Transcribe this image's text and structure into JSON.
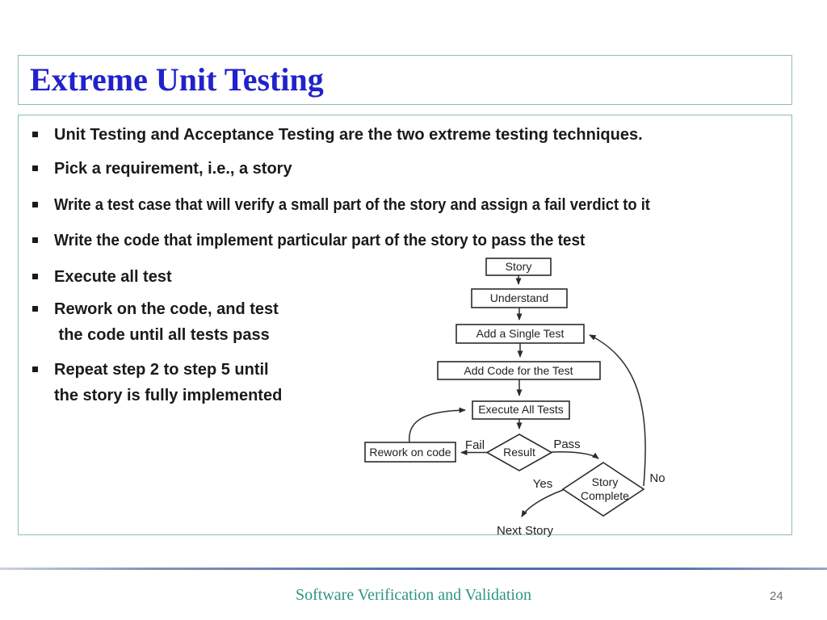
{
  "slide": {
    "title": "Extreme Unit Testing"
  },
  "bullets": [
    {
      "lines": [
        "Unit Testing and Acceptance Testing are the two extreme testing techniques."
      ]
    },
    {
      "lines": [
        "Pick a requirement, i.e., a story"
      ]
    },
    {
      "lines": [
        "Write a test case that will verify a small part of the story and assign a fail verdict to it"
      ]
    },
    {
      "lines": [
        "Write the code that implement particular part of the story to pass the test"
      ]
    },
    {
      "lines": [
        "Execute all test"
      ]
    },
    {
      "lines": [
        "Rework on the code, and test",
        " the code until all tests pass"
      ]
    },
    {
      "lines": [
        "Repeat step 2 to step 5 until",
        "the story is fully implemented"
      ]
    }
  ],
  "flowchart": {
    "nodes": {
      "story": "Story",
      "understand": "Understand",
      "add_test": "Add a Single Test",
      "add_code": "Add Code for the Test",
      "execute": "Execute All Tests",
      "result": "Result",
      "rework": "Rework on code",
      "story_complete_line1": "Story",
      "story_complete_line2": "Complete",
      "next_story": "Next Story"
    },
    "edge_labels": {
      "fail": "Fail",
      "pass": "Pass",
      "yes": "Yes",
      "no": "No"
    }
  },
  "footer": {
    "text": "Software Verification and Validation",
    "page_number": "24"
  },
  "colors": {
    "title_text": "#2222cc",
    "panel_border": "#8abfaf",
    "body_text": "#1a1a1a",
    "flow_stroke": "#2b2b2b",
    "footer_text": "#2e9583",
    "divider_blue": "#4d68a8",
    "page_number_gray": "#6e6e6e"
  }
}
